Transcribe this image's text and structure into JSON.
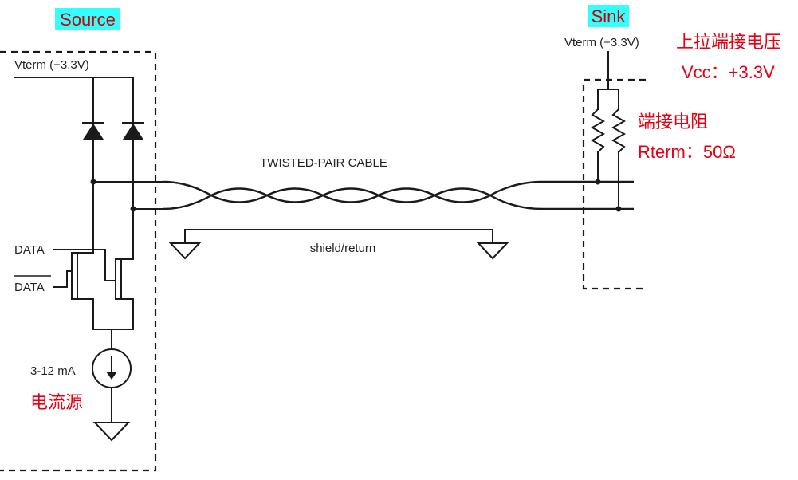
{
  "headers": {
    "source": "Source",
    "sink": "Sink",
    "highlight_color": "#33ffff"
  },
  "source_side": {
    "vterm": "Vterm (+3.3V)",
    "data": "DATA",
    "data_bar": "DATA",
    "current": "3-12 mA",
    "current_source_label": "电流源"
  },
  "cable": {
    "title": "TWISTED-PAIR CABLE",
    "shield": "shield/return"
  },
  "sink_side": {
    "vterm": "Vterm (+3.3V)",
    "pullup_title": "上拉端接电压",
    "vcc": "Vcc：+3.3V",
    "resistor_title": "端接电阻",
    "rterm": "Rterm：50Ω"
  },
  "colors": {
    "annotation": "#e60012",
    "ink": "#1a1a1a"
  }
}
